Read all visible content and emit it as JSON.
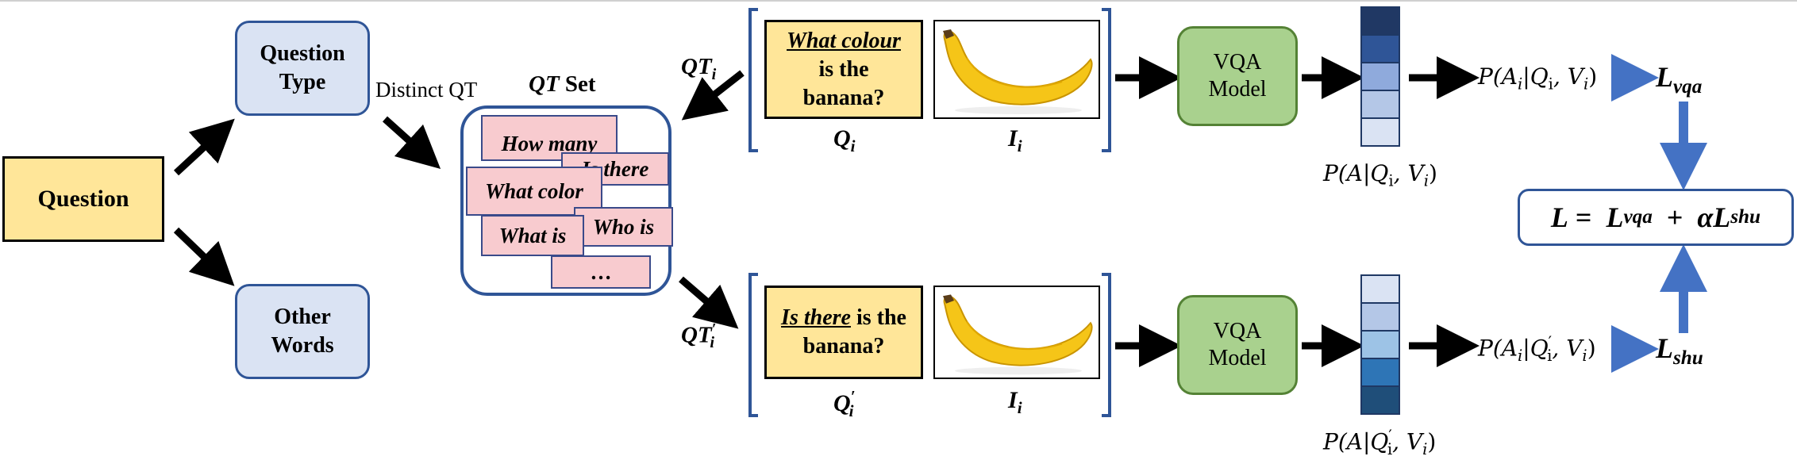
{
  "nodes": {
    "question": "Question",
    "question_type_line1": "Question",
    "question_type_line2": "Type",
    "other_words_line1": "Other",
    "other_words_line2": "Words",
    "distinct_qt": "Distinct QT",
    "qt_set_italic": "QT",
    "qt_set_rest": " Set"
  },
  "qt_set_items": [
    "How many",
    "Is there",
    "What color",
    "What is",
    "Who is",
    "…"
  ],
  "top_branch": {
    "edge_label": "QT",
    "edge_label_sub": "i",
    "question_underlined": "What colour",
    "question_line2": "is the",
    "question_line3": "banana?",
    "q_label": "Q",
    "q_sub": "i",
    "i_label": "I",
    "i_sub": "i",
    "model_line1": "VQA",
    "model_line2": "Model",
    "dist_label": "P(A|Q",
    "dist_label_sub": "i",
    "dist_label_end": ", V",
    "dist_label_end_sub": "i",
    "dist_label_close": ")",
    "prob_label": "P(A",
    "prob_label_sub": "i",
    "prob_label_mid": "|Q",
    "prob_label_mid_sub": "i",
    "prob_label_end": ", V",
    "prob_label_end_sub": "i",
    "prob_label_close": ")",
    "loss": "L",
    "loss_sub": "vqa"
  },
  "bottom_branch": {
    "edge_label": "QT",
    "edge_label_sub": "i",
    "edge_label_prime": "′",
    "question_underlined": "Is there",
    "question_rest": " is the",
    "question_line2": "banana?",
    "q_label": "Q",
    "q_prime": "′",
    "q_sub": "i",
    "i_label": "I",
    "i_sub": "i",
    "model_line1": "VQA",
    "model_line2": "Model",
    "dist_label": "P(A|Q",
    "dist_label_prime": "′",
    "dist_label_sub": "i",
    "dist_label_end": ", V",
    "dist_label_end_sub": "i",
    "dist_label_close": ")",
    "prob_label": "P(A",
    "prob_label_sub": "i",
    "prob_label_mid": "|Q",
    "prob_label_prime": "′",
    "prob_label_mid_sub": "i",
    "prob_label_end": ", V",
    "prob_label_end_sub": "i",
    "prob_label_close": ")",
    "loss": "L",
    "loss_sub": "shu"
  },
  "total_loss": {
    "lhs": "L",
    "eq": " =  ",
    "t1": "L",
    "t1_sub": "vqa",
    "plus": "  +  ",
    "alpha": "α",
    "t2": "L",
    "t2_sub": "shu"
  },
  "colors": {
    "top_bar_cells": [
      "#203864",
      "#2f5597",
      "#8faadc",
      "#b4c7e7",
      "#dae3f3"
    ],
    "bottom_bar_cells": [
      "#dae3f3",
      "#b4c7e7",
      "#9dc3e6",
      "#2e75b6",
      "#1f4e79"
    ],
    "arrow_blue": "#4472c4"
  }
}
